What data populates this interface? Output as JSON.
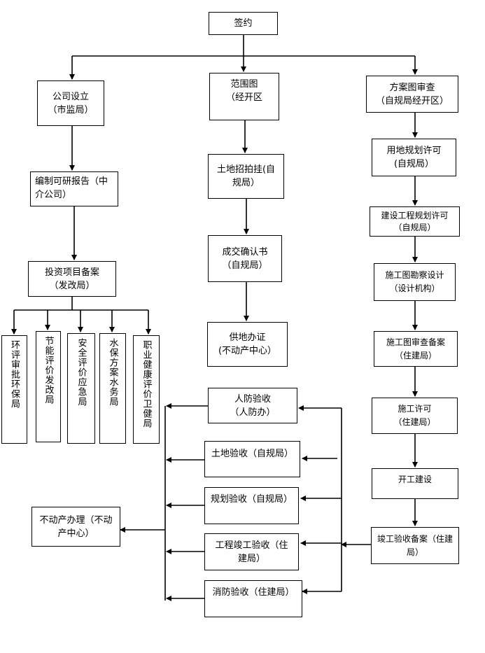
{
  "nodes": {
    "sign": "签约",
    "company_setup": [
      "公司设立",
      "（市监局）"
    ],
    "scope_map": [
      "范围图",
      "（经开区"
    ],
    "plan_review": [
      "方案图审查",
      "（自规局经开区）"
    ],
    "feasibility": [
      "编制可研报告（中",
      "介公司）"
    ],
    "land_auction": [
      "土地招拍挂(自",
      "规局）"
    ],
    "land_use_permit": [
      "用地规划许可",
      "(自规局）"
    ],
    "deal_confirm": [
      "成交确认书",
      "（自规局）"
    ],
    "project_permit": [
      "建设工程规划许可",
      "（自规局）"
    ],
    "invest_filing": [
      "投资项目备案",
      "（发改局）"
    ],
    "survey_design": [
      "施工图勘察设计",
      "（设计机构）"
    ],
    "land_supply": [
      "供地办证",
      "(不动产中心）"
    ],
    "drawing_review": [
      "施工图审查备案",
      "（住建局）"
    ],
    "eia": "环评审批环保局",
    "energy": "节能评价发改局",
    "safety": "安全评价应急局",
    "water": "水保方案水务局",
    "health": "职业健康评价卫健局",
    "civil_defense": [
      "人防验收",
      "（人防办）"
    ],
    "construction_permit": [
      "施工许可",
      "（住建局）"
    ],
    "land_acceptance": "土地验收（自规局）",
    "start_construction": "开工建设",
    "planning_acceptance": "规划验收（自规局）",
    "property_reg": [
      "不动产办理（不动",
      "产中心）"
    ],
    "completion_filing": [
      "竣工验收备案（住建",
      "局）"
    ],
    "project_acceptance": [
      "工程竣工验收（住",
      "建局）"
    ],
    "fire_acceptance": "消防验收（住建局）"
  },
  "colors": {
    "line": "#000000",
    "box_border": "#000000",
    "background": "#ffffff"
  }
}
